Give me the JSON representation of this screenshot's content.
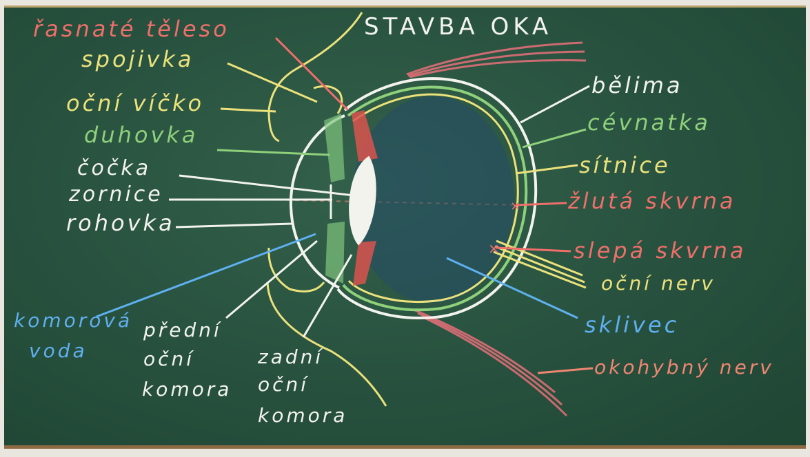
{
  "title": "STAVBA OKA",
  "labels": {
    "rasnate_teleso": "řasnaté těleso",
    "spojivka": "spojivka",
    "ocni_vicko": "oční víčko",
    "duhovka": "duhovka",
    "cocka": "čočka",
    "zornice": "zornice",
    "rohovka": "rohovka",
    "komorova_voda_1": "komorová",
    "komorova_voda_2": "voda",
    "predni_1": "přední",
    "predni_2": "oční",
    "predni_3": "komora",
    "zadni_1": "zadní",
    "zadni_2": "oční",
    "zadni_3": "komora",
    "belima": "bělima",
    "cevnatka": "cévnatka",
    "sitnice": "sítnice",
    "zluta_skvrna": "žlutá skvrna",
    "slepa_skvrna": "slepá skvrna",
    "ocni_nerv": "oční nerv",
    "sklivec": "sklivec",
    "okohybny_nerv": "okohybný nerv"
  },
  "colors": {
    "board": "#27513e",
    "chalk_white": "#f3f3ee",
    "chalk_yellow": "#ece27c",
    "chalk_green": "#8fd07b",
    "chalk_red": "#ef6f6a",
    "chalk_blue": "#5fb0f0",
    "chalk_pink": "#f08672"
  }
}
